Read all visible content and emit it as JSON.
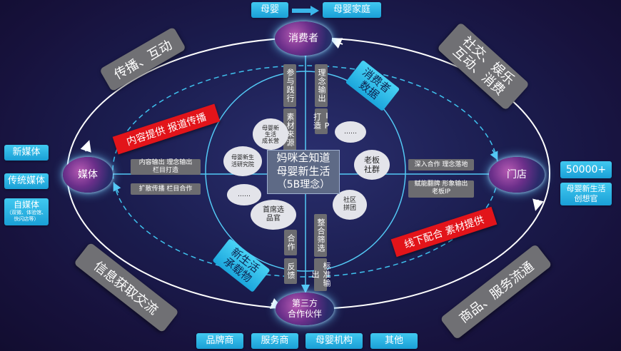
{
  "top_flow": {
    "from": "母婴",
    "to": "母婴家庭"
  },
  "nodes": {
    "consumer": "消费者",
    "media": "媒体",
    "store": "门店",
    "partner_line1": "第三方",
    "partner_line2": "合作伙伴"
  },
  "left_tags": {
    "new_media": "新媒体",
    "traditional_media": "传统媒体",
    "self_media": "自媒体",
    "self_media_note": "（双微、体验馆、快闪店等）"
  },
  "right_tags": {
    "count": "50000+",
    "creator_line1": "母婴新生活",
    "creator_line2": "创想官"
  },
  "bottom_tags": [
    "品牌商",
    "服务商",
    "母婴机构",
    "其他"
  ],
  "outer_bands": {
    "top_left": "传播、互动",
    "top_right_line1": "社交、娱乐",
    "top_right_line2": "互动、消费",
    "bottom_left": "信息获取交流",
    "bottom_right": "商品、服务流通"
  },
  "red_bands": {
    "left": "内容提供 报道传播",
    "right": "线下配合 素材提供"
  },
  "cyan_bands": {
    "consumer_data_line1": "消费者",
    "consumer_data_line2": "数据",
    "carrier_line1": "新生活",
    "carrier_line2": "承载物"
  },
  "vertical_labels": {
    "participate": "参与践行",
    "materials": "素材来源",
    "concept_out": "理念输出",
    "ip_create": "IP打造",
    "cooperate": "合作",
    "feedback": "反馈",
    "integrate": "整合筛选",
    "standard": "标准输出"
  },
  "horizontal_labels": {
    "left_top_line1": "内容输出 理念输出",
    "left_top_line2": "栏目打造",
    "left_bottom": "扩散传播 栏目合作",
    "right_top": "深入合作 理念落地",
    "right_bottom_line1": "赋能翻牌 形象输出",
    "right_bottom_line2": "老板IP"
  },
  "center": {
    "line1": "妈咪全知道",
    "line2": "母婴新生活",
    "line3": "（5B理念）"
  },
  "bubbles": {
    "growth_line1": "母婴新",
    "growth_line2": "生活",
    "growth_line3": "成长营",
    "institute_line1": "母婴新生",
    "institute_line2": "活研究院",
    "ellipsis_top": "……",
    "boss_line1": "老板",
    "boss_line2": "社群",
    "ellipsis_left": "……",
    "chief_line1": "首席选",
    "chief_line2": "品官",
    "community_line1": "社区",
    "community_line2": "拼团"
  },
  "colors": {
    "accent_cyan": "#2fb9ea",
    "red": "#e2141a",
    "gray": "#6c6c70"
  }
}
